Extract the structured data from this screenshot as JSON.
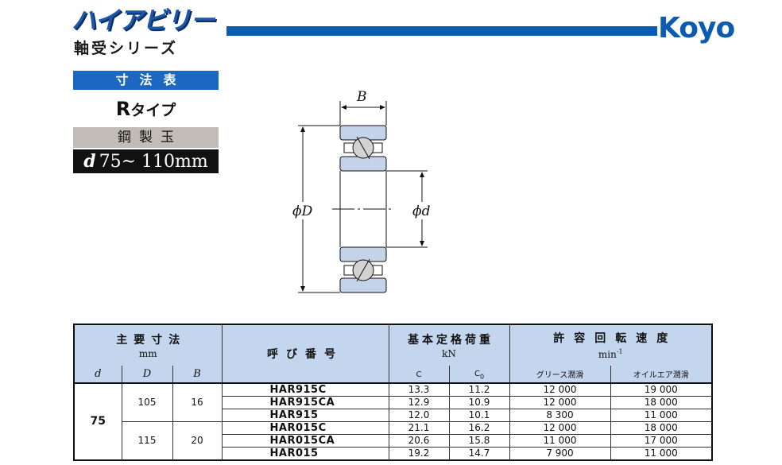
{
  "header": {
    "series_logo": "ハイアビリー",
    "series_subtitle": "軸受シリーズ",
    "brand": "Koyo",
    "brand_color": "#0b5bb0"
  },
  "labels": {
    "section": "寸法表",
    "type_letter": "R",
    "type_suffix": "タイプ",
    "ball_material": "鋼製玉",
    "size_symbol": "d",
    "size_range": "75~ 110mm"
  },
  "diagram": {
    "width_label": "B",
    "outer_label": "ϕD",
    "bore_label": "ϕd"
  },
  "table": {
    "headers": {
      "dimensions": "主要寸法",
      "dimensions_unit": "mm",
      "model": "呼び番号",
      "load": "基本定格荷重",
      "load_unit": "kN",
      "speed": "許容回転速度",
      "speed_unit_base": "min",
      "speed_unit_exp": "-1",
      "col_d": "d",
      "col_D": "D",
      "col_B": "B",
      "col_C": "C",
      "col_Co": "C",
      "col_Co_sub": "0",
      "col_grease": "グリース潤滑",
      "col_oil": "オイルエア潤滑"
    },
    "d_value": "75",
    "groups": [
      {
        "D": "105",
        "B": "16",
        "rows": [
          {
            "model": "HAR915C",
            "C": "13.3",
            "Co": "11.2",
            "grease": "12 000",
            "oil": "19 000"
          },
          {
            "model": "HAR915CA",
            "C": "12.9",
            "Co": "10.9",
            "grease": "12 000",
            "oil": "18 000"
          },
          {
            "model": "HAR915",
            "C": "12.0",
            "Co": "10.1",
            "grease": "8 300",
            "oil": "11 000"
          }
        ]
      },
      {
        "D": "115",
        "B": "20",
        "rows": [
          {
            "model": "HAR015C",
            "C": "21.1",
            "Co": "16.2",
            "grease": "12 000",
            "oil": "18 000"
          },
          {
            "model": "HAR015CA",
            "C": "20.6",
            "Co": "15.8",
            "grease": "11 000",
            "oil": "17 000"
          },
          {
            "model": "HAR015",
            "C": "19.2",
            "Co": "14.7",
            "grease": "7 900",
            "oil": "11 000"
          }
        ]
      }
    ]
  }
}
